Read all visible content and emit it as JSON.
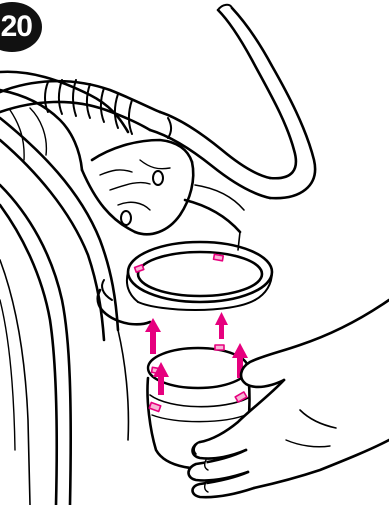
{
  "step": {
    "number": "20"
  },
  "colors": {
    "ink": "#000000",
    "accent": "#e6007e",
    "accent_light": "#f7b6d6"
  },
  "figure": {
    "subject": "stroller-handlebar-cup-holder-assembly",
    "arrows": 4,
    "arrow_direction": "up"
  }
}
